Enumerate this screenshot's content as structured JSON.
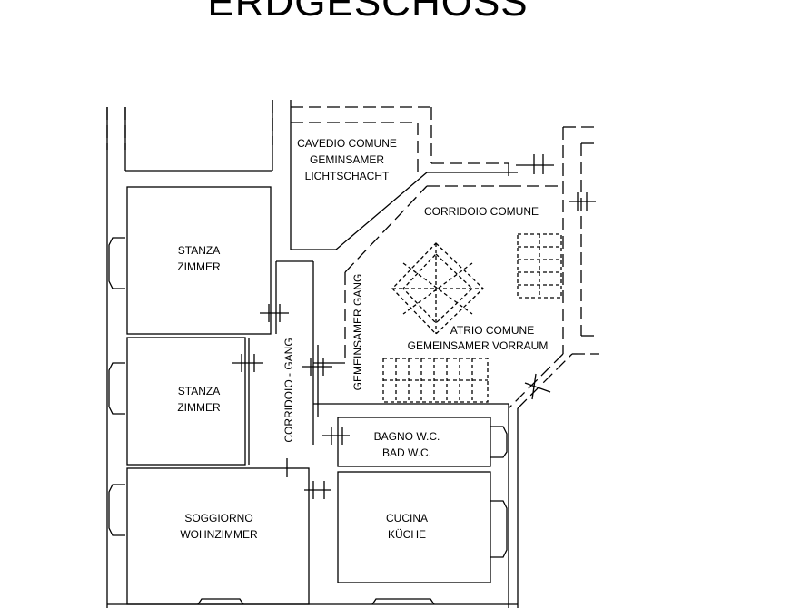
{
  "title": "ERDGESCHOSS",
  "rooms": {
    "stanza1": {
      "line1": "STANZA",
      "line2": "ZIMMER"
    },
    "stanza2": {
      "line1": "STANZA",
      "line2": "ZIMMER"
    },
    "soggiorno": {
      "line1": "SOGGIORNO",
      "line2": "WOHNZIMMER"
    },
    "cucina": {
      "line1": "CUCINA",
      "line2": "KÜCHE"
    },
    "bagno": {
      "line1": "BAGNO W.C.",
      "line2": "BAD W.C."
    },
    "cavedio": {
      "line1": "CAVEDIO COMUNE",
      "line2": "GEMINSAMER",
      "line3": "LICHTSCHACHT"
    },
    "corridoio_comune": {
      "line1": "CORRIDOIO COMUNE"
    },
    "atrio": {
      "line1": "ATRIO COMUNE",
      "line2": "GEMEINSAMER VORRAUM"
    },
    "corridoio": {
      "line1": "CORRIDOIO - GANG"
    },
    "gang": {
      "line1": "GEMEINSAMER GANG"
    }
  },
  "line_color": "#000000",
  "background": "#ffffff"
}
